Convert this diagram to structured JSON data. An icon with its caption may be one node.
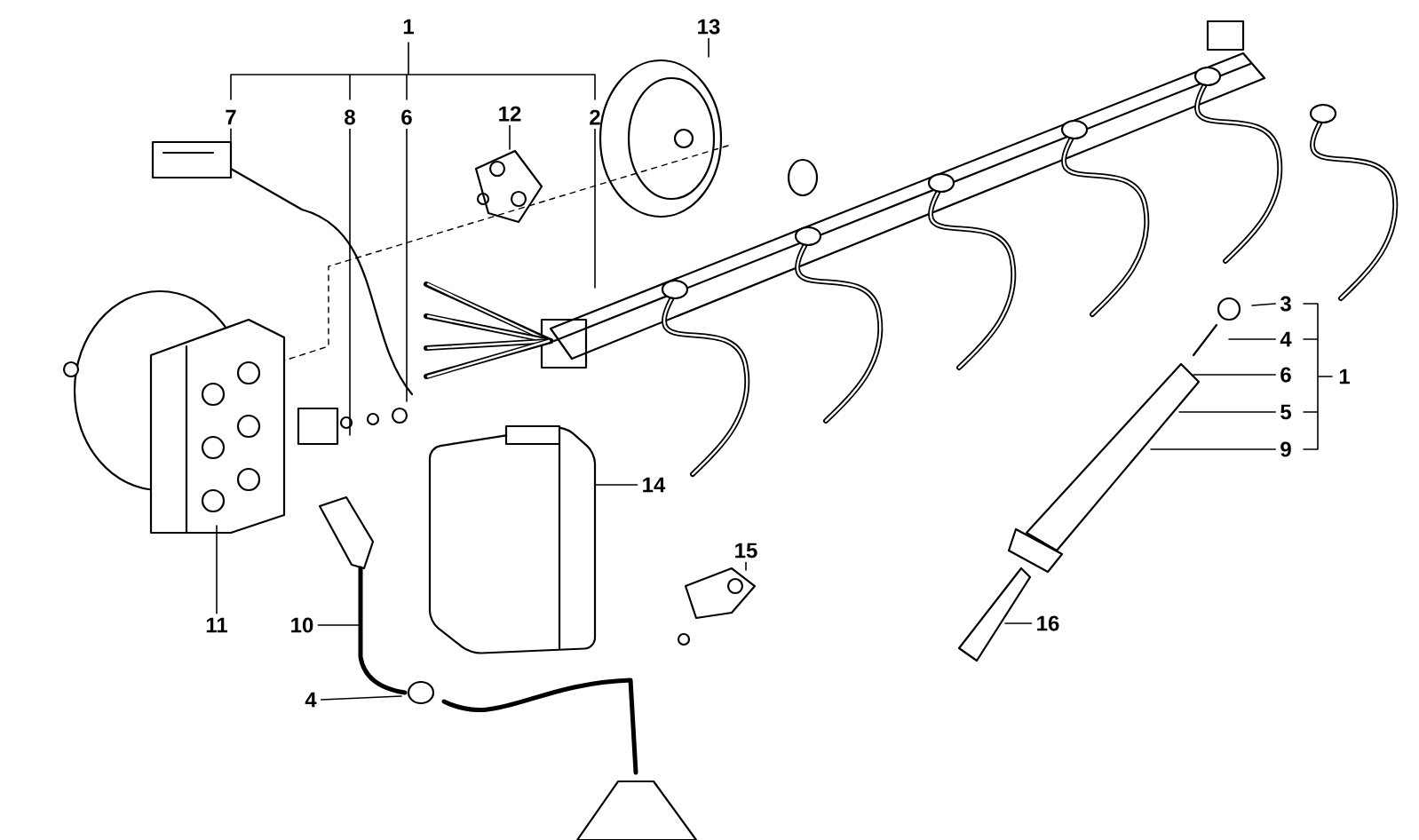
{
  "diagram": {
    "nodes": [
      {
        "text": [
          "7"
        ]
      },
      {
        "text": [
          "8"
        ]
      },
      {
        "text": [
          "6"
        ]
      },
      {
        "text": [
          "12"
        ]
      },
      {
        "text": [
          "2"
        ]
      },
      {
        "text": [
          "13"
        ]
      },
      {
        "text": [
          "3"
        ]
      },
      {
        "text": [
          "4"
        ]
      },
      {
        "text": [
          "6"
        ]
      },
      {
        "text": [
          "5"
        ]
      },
      {
        "text": [
          "9"
        ]
      },
      {
        "text": [
          "14"
        ]
      },
      {
        "text": [
          "11"
        ]
      },
      {
        "text": [
          "10"
        ]
      },
      {
        "text": [
          "4"
        ]
      },
      {
        "text": [
          "15"
        ]
      },
      {
        "text": [
          "16"
        ]
      }
    ],
    "edges": [
      {
        "from": 0,
        "to": null,
        "arrow": "none"
      },
      {
        "from": 1,
        "to": null,
        "arrow": "none"
      },
      {
        "from": 2,
        "to": null,
        "arrow": "none"
      },
      {
        "from": 3,
        "to": null,
        "arrow": "none"
      },
      {
        "from": 4,
        "to": null,
        "arrow": "none"
      },
      {
        "from": 5,
        "to": null,
        "arrow": "none"
      },
      {
        "from": 6,
        "to": null,
        "arrow": "none"
      },
      {
        "from": 7,
        "to": null,
        "arrow": "none"
      },
      {
        "from": 8,
        "to": null,
        "arrow": "none"
      },
      {
        "from": 9,
        "to": null,
        "arrow": "none"
      },
      {
        "from": 10,
        "to": null,
        "arrow": "none"
      },
      {
        "from": 11,
        "to": null,
        "arrow": "none"
      },
      {
        "from": 12,
        "to": null,
        "arrow": "none"
      },
      {
        "from": 13,
        "to": null,
        "arrow": "none"
      },
      {
        "from": 14,
        "to": null,
        "arrow": "none"
      },
      {
        "from": 15,
        "to": null,
        "arrow": "none"
      },
      {
        "from": 16,
        "to": null,
        "arrow": "none"
      }
    ],
    "labels": [
      "1",
      "1"
    ]
  }
}
